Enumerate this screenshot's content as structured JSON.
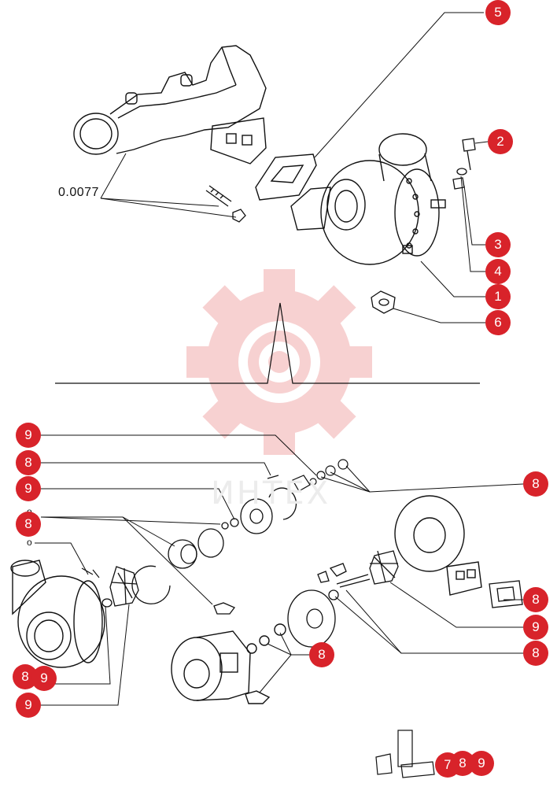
{
  "part_number": "0.0077",
  "small_marks": [
    "o",
    "o"
  ],
  "watermark_text": "ИНТЕХ",
  "callouts_top": [
    "5",
    "2",
    "3",
    "4",
    "1",
    "6"
  ],
  "callouts_bottom": [
    "9",
    "8",
    "9",
    "8",
    "8",
    "8",
    "9",
    "8",
    "8",
    "9",
    "9",
    "7",
    "8",
    "9"
  ],
  "colors": {
    "callout": "#d8232a",
    "line": "#111111",
    "watermark": "#f2b8b8"
  }
}
